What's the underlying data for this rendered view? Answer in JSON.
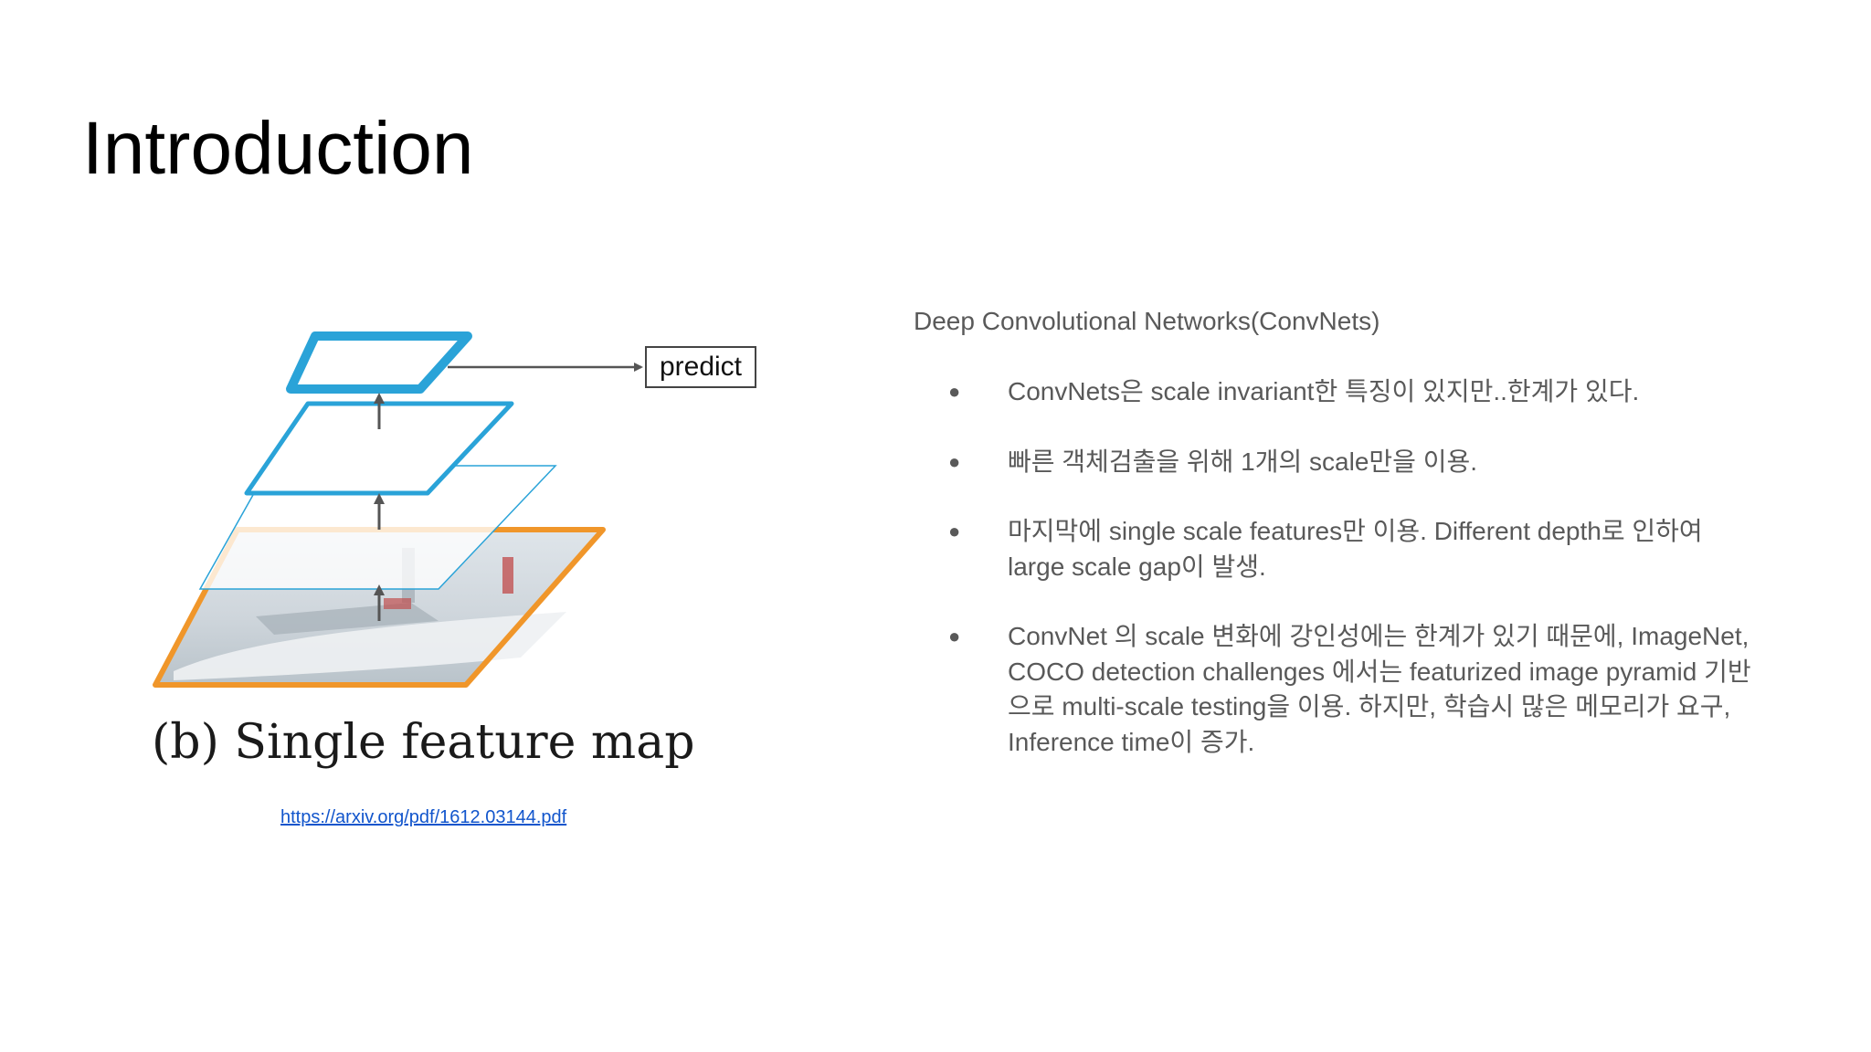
{
  "slide": {
    "title": "Introduction"
  },
  "figure": {
    "predict_label": "predict",
    "caption": "(b) Single feature map",
    "source_link": "https://arxiv.org/pdf/1612.03144.pdf",
    "colors": {
      "top_layers": "#2aa3d8",
      "bottom_layer": "#f0962a",
      "arrow": "#555555"
    }
  },
  "content": {
    "heading": "Deep Convolutional Networks(ConvNets)",
    "bullets": [
      "ConvNets은 scale invariant한 특징이 있지만..한계가 있다.",
      "빠른 객체검출을 위해 1개의 scale만을 이용.",
      "마지막에 single scale features만 이용. Different depth로 인하여 large scale gap이 발생.",
      "ConvNet 의 scale 변화에 강인성에는 한계가 있기 때문에, ImageNet, COCO detection challenges 에서는 featurized image pyramid 기반으로 multi-scale testing을 이용. 하지만, 학습시 많은 메모리가 요구, Inference time이 증가."
    ],
    "bullet_glyph": "●"
  }
}
